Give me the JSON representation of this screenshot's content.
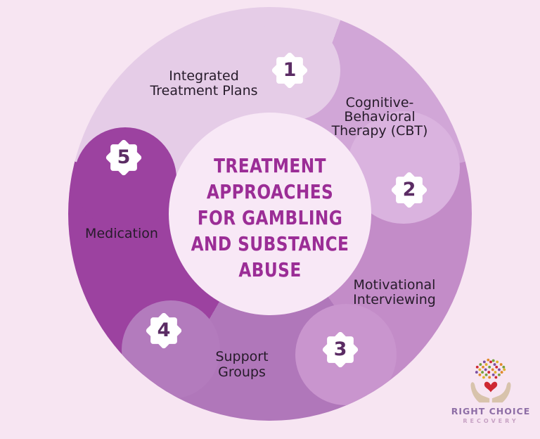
{
  "colors": {
    "background": "#F7E5F2",
    "center_circle": "#F8E8F6",
    "label_text": "#261B2A",
    "badge_number": "#5B2C64",
    "badge_shape": "#FFFFFF"
  },
  "title": {
    "lines": [
      "TREATMENT",
      "APPROACHES",
      "FOR GAMBLING",
      "AND SUBSTANCE",
      "ABUSE"
    ],
    "color": "#9B2D96"
  },
  "segments": [
    {
      "number": "1",
      "label": "Integrated Treatment Plans",
      "label_lines": [
        "Integrated",
        "Treatment Plans"
      ],
      "color": "#E5CCE7",
      "blob_color": "#E5CCE7"
    },
    {
      "number": "2",
      "label": "Cognitive-Behavioral Therapy (CBT)",
      "label_lines": [
        "Cognitive-",
        "Behavioral",
        "Therapy (CBT)"
      ],
      "color": "#D1A6D7",
      "blob_color": "#DAB3DF"
    },
    {
      "number": "3",
      "label": "Motivational Interviewing",
      "label_lines": [
        "Motivational",
        "Interviewing"
      ],
      "color": "#C38CC8",
      "blob_color": "#C995CE"
    },
    {
      "number": "4",
      "label": "Support Groups",
      "label_lines": [
        "Support",
        "Groups"
      ],
      "color": "#B077BA",
      "blob_color": "#B37BBD"
    },
    {
      "number": "5",
      "label": "Medication",
      "label_lines": [
        "Medication"
      ],
      "color": "#9C42A0",
      "blob_color": "#9C42A0"
    }
  ],
  "logo": {
    "name": "RIGHT CHOICE",
    "subtitle": "RECOVERY",
    "name_color": "#8E6EA6",
    "subtitle_color": "#C7A2C4"
  }
}
